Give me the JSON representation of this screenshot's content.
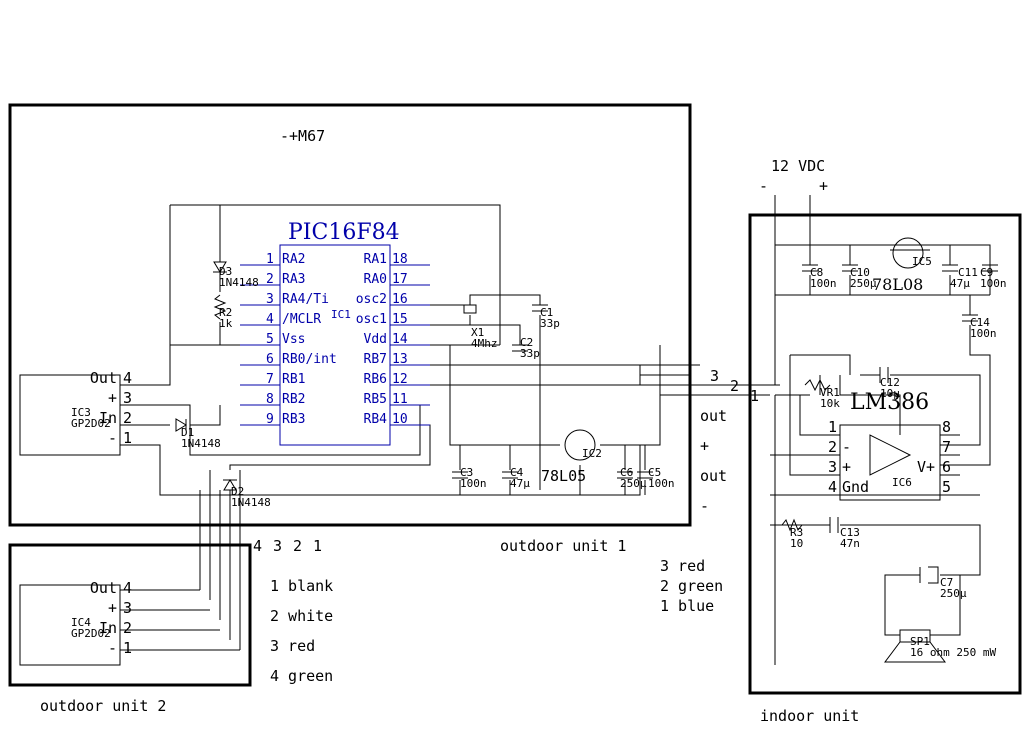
{
  "power": {
    "voltage": "12 VDC",
    "minus": "-",
    "plus": "+"
  },
  "outdoor1": {
    "label": "outdoor unit 1",
    "top_label": "-+M67",
    "mcu": "PIC16F84",
    "mcu_ref": "IC1",
    "pins_left": [
      {
        "num": "1",
        "name": "RA2"
      },
      {
        "num": "2",
        "name": "RA3"
      },
      {
        "num": "3",
        "name": "RA4/Ti"
      },
      {
        "num": "4",
        "name": "/MCLR"
      },
      {
        "num": "5",
        "name": "Vss"
      },
      {
        "num": "6",
        "name": "RB0/int"
      },
      {
        "num": "7",
        "name": "RB1"
      },
      {
        "num": "8",
        "name": "RB2"
      },
      {
        "num": "9",
        "name": "RB3"
      }
    ],
    "pins_right": [
      {
        "num": "18",
        "name": "RA1"
      },
      {
        "num": "17",
        "name": "RA0"
      },
      {
        "num": "16",
        "name": "osc2"
      },
      {
        "num": "15",
        "name": "osc1"
      },
      {
        "num": "14",
        "name": "Vdd"
      },
      {
        "num": "13",
        "name": "RB7"
      },
      {
        "num": "12",
        "name": "RB6"
      },
      {
        "num": "11",
        "name": "RB5"
      },
      {
        "num": "10",
        "name": "RB4"
      }
    ],
    "d3": {
      "ref": "D3",
      "part": "1N4148"
    },
    "r2": {
      "ref": "R2",
      "value": "1k"
    },
    "x1": {
      "ref": "X1",
      "value": "4Mhz"
    },
    "c1": {
      "ref": "C1",
      "value": "33p"
    },
    "c2": {
      "ref": "C2",
      "value": "33p"
    },
    "c3": {
      "ref": "C3",
      "value": "100n"
    },
    "c4": {
      "ref": "C4",
      "value": "47µ"
    },
    "c6": {
      "ref": "C6",
      "value": "250µ"
    },
    "c5": {
      "ref": "C5",
      "value": "100n"
    },
    "ic2": {
      "ref": "IC2",
      "part": "78L05"
    },
    "ic3": {
      "ref": "IC3",
      "part": "GP2D02",
      "pins": [
        {
          "n": "4",
          "l": "Out"
        },
        {
          "n": "3",
          "l": "+"
        },
        {
          "n": "2",
          "l": "In"
        },
        {
          "n": "1",
          "l": "-"
        }
      ]
    },
    "d1": {
      "ref": "D1",
      "part": "1N4148"
    },
    "d2": {
      "ref": "D2",
      "part": "1N4148"
    },
    "connector_nums": [
      "4",
      "3",
      "2",
      "1"
    ],
    "out_labels": [
      "out",
      "+",
      "out",
      "-"
    ],
    "cable_nums": [
      "3",
      "2",
      "1"
    ]
  },
  "outdoor2": {
    "label": "outdoor unit 2",
    "ic4": {
      "ref": "IC4",
      "part": "GP2D02",
      "pins": [
        {
          "n": "4",
          "l": "Out"
        },
        {
          "n": "3",
          "l": "+"
        },
        {
          "n": "2",
          "l": "In"
        },
        {
          "n": "1",
          "l": "-"
        }
      ]
    }
  },
  "wire_legend_4": [
    "1 blank",
    "2 white",
    "3 red",
    "4 green"
  ],
  "wire_legend_3": [
    "3 red",
    "2 green",
    "1 blue"
  ],
  "indoor": {
    "label": "indoor unit",
    "amp": "LM386",
    "amp_ref": "IC6",
    "amp_pins": {
      "p1": "1",
      "p2": "2",
      "p3": "3",
      "p4": "4",
      "p5": "5",
      "p6": "6",
      "p7": "7",
      "p8": "8",
      "minus": "-",
      "plus": "+",
      "gnd": "Gnd",
      "vplus": "V+"
    },
    "ic5": {
      "ref": "IC5",
      "part": "78L08"
    },
    "c8": {
      "ref": "C8",
      "value": "100n"
    },
    "c10": {
      "ref": "C10",
      "value": "250µ"
    },
    "c11": {
      "ref": "C11",
      "value": "47µ"
    },
    "c9": {
      "ref": "C9",
      "value": "100n"
    },
    "c14": {
      "ref": "C14",
      "value": "100n"
    },
    "vr1": {
      "ref": "VR1",
      "value": "10k"
    },
    "c12": {
      "ref": "C12",
      "value": "10µ"
    },
    "r3": {
      "ref": "R3",
      "value": "10"
    },
    "c13": {
      "ref": "C13",
      "value": "47n"
    },
    "c7": {
      "ref": "C7",
      "value": "250µ"
    },
    "sp1": {
      "ref": "SP1",
      "value": "16 ohm 250 mW"
    }
  }
}
